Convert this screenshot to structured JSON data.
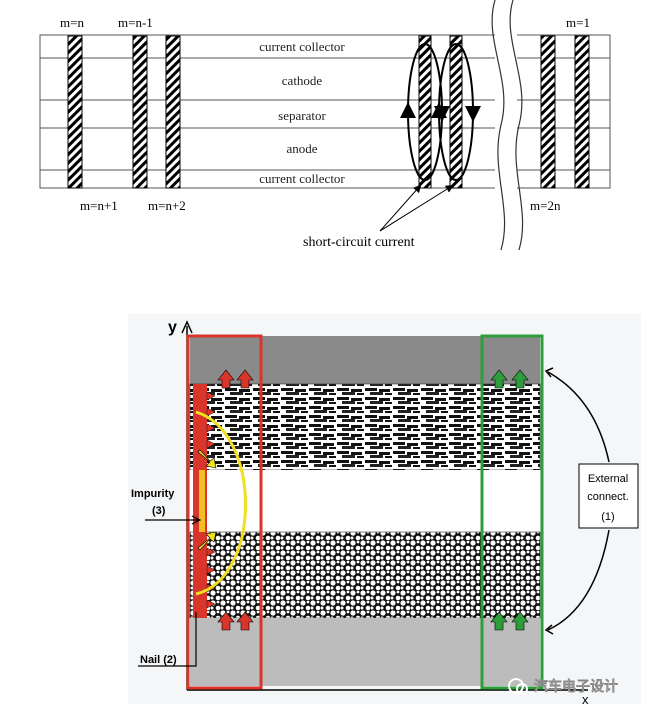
{
  "top_diagram": {
    "layers": [
      "current collector",
      "cathode",
      "separator",
      "anode",
      "current collector"
    ],
    "labels_top": [
      "m=n",
      "m=n-1",
      "m=1"
    ],
    "labels_bottom": [
      "m=n+1",
      "m=n+2",
      "m=2n"
    ],
    "short_circuit_label": "short-circuit current"
  },
  "bottom_diagram": {
    "y_axis": "y",
    "x_axis": "x",
    "impurity_label_1": "Impurity",
    "impurity_label_2": "(3)",
    "nail_label": "Nail (2)",
    "external_label_1": "External",
    "external_label_2": "connect.",
    "external_label_3": "(1)",
    "colors": {
      "red": "#d9352b",
      "green": "#2e9e3c",
      "yellow": "#f0e020"
    }
  },
  "watermark": "汽车电子设计"
}
